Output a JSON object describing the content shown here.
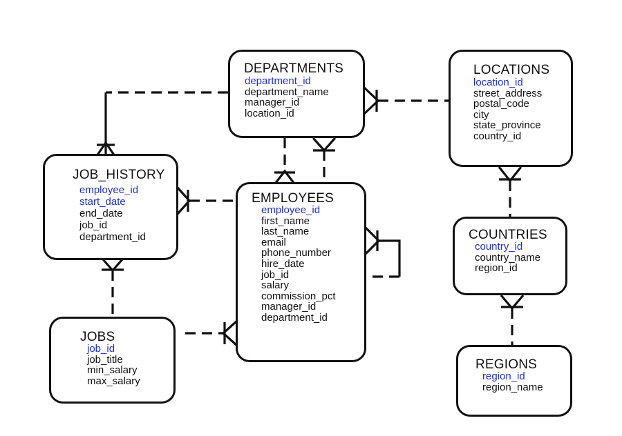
{
  "entities": {
    "departments": {
      "name": "DEPARTMENTS",
      "keys": [
        "department_id"
      ],
      "attributes": [
        "department_name",
        "manager_id",
        "location_id"
      ]
    },
    "locations": {
      "name": "LOCATIONS",
      "keys": [
        "location_id"
      ],
      "attributes": [
        "street_address",
        "postal_code",
        "city",
        "state_province",
        "country_id"
      ]
    },
    "job_history": {
      "name": "JOB_HISTORY",
      "keys": [
        "employee_id",
        "start_date"
      ],
      "attributes": [
        "end_date",
        "job_id",
        "department_id"
      ]
    },
    "employees": {
      "name": "EMPLOYEES",
      "keys": [
        "employee_id"
      ],
      "attributes": [
        "first_name",
        "last_name",
        "email",
        "phone_number",
        "hire_date",
        "job_id",
        "salary",
        "commission_pct",
        "manager_id",
        "department_id"
      ]
    },
    "countries": {
      "name": "COUNTRIES",
      "keys": [
        "country_id"
      ],
      "attributes": [
        "country_name",
        "region_id"
      ]
    },
    "jobs": {
      "name": "JOBS",
      "keys": [
        "job_id"
      ],
      "attributes": [
        "job_title",
        "min_salary",
        "max_salary"
      ]
    },
    "regions": {
      "name": "REGIONS",
      "keys": [
        "region_id"
      ],
      "attributes": [
        "region_name"
      ]
    }
  },
  "relationships": [
    {
      "from": "departments",
      "to": "job_history"
    },
    {
      "from": "locations",
      "to": "departments"
    },
    {
      "from": "departments",
      "to": "employees"
    },
    {
      "from": "employees",
      "to": "departments"
    },
    {
      "from": "employees",
      "to": "job_history"
    },
    {
      "from": "jobs",
      "to": "job_history"
    },
    {
      "from": "jobs",
      "to": "employees"
    },
    {
      "from": "employees",
      "to": "employees"
    },
    {
      "from": "countries",
      "to": "locations"
    },
    {
      "from": "regions",
      "to": "countries"
    }
  ],
  "colors": {
    "key_attribute": "#1f2fd0",
    "attribute": "#111111",
    "line": "#111111"
  }
}
